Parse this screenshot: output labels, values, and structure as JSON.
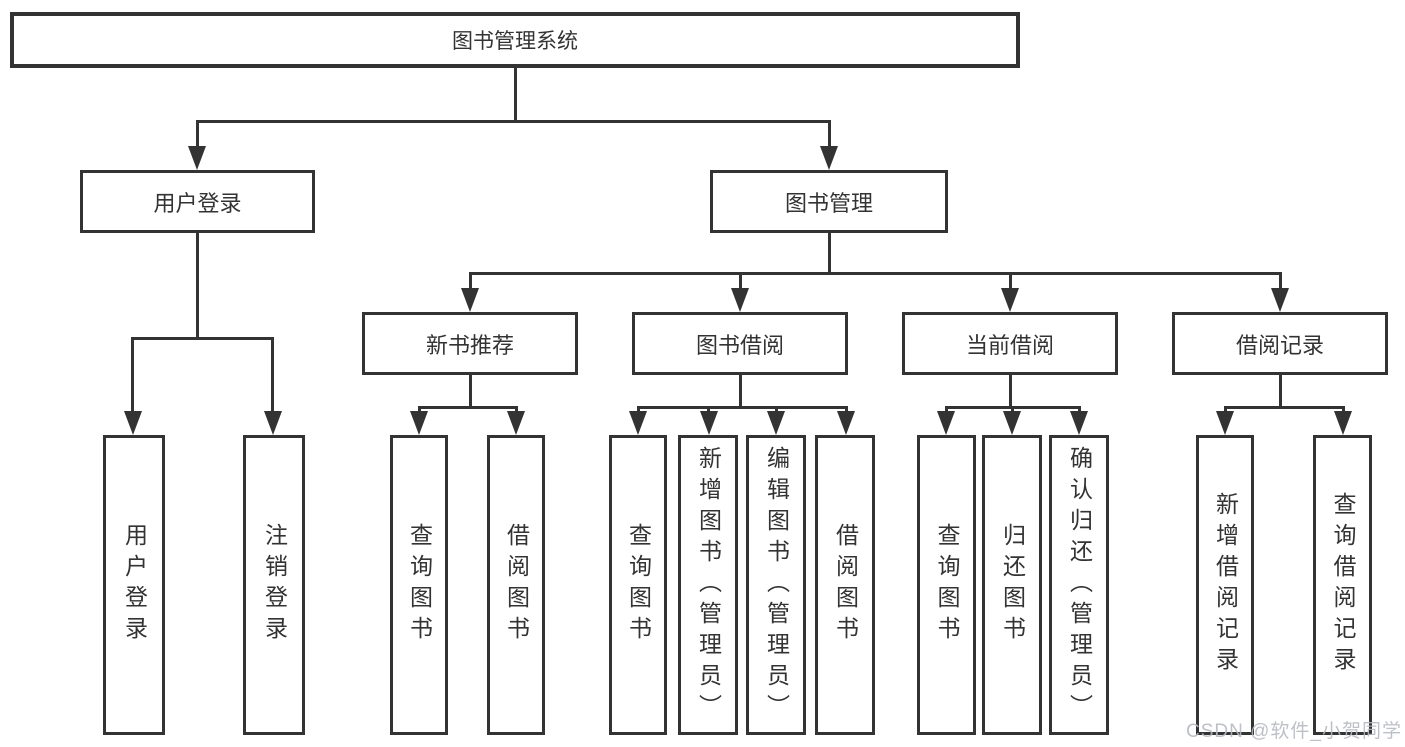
{
  "tree": {
    "root": {
      "label": "图书管理系统"
    },
    "branches": [
      {
        "label": "用户登录",
        "children": [
          {
            "label": "用户登录"
          },
          {
            "label": "注销登录"
          }
        ]
      },
      {
        "label": "图书管理",
        "sections": [
          {
            "label": "新书推荐",
            "children": [
              {
                "label": "查询图书"
              },
              {
                "label": "借阅图书"
              }
            ]
          },
          {
            "label": "图书借阅",
            "children": [
              {
                "label": "查询图书"
              },
              {
                "label": "新增图书（管理员）"
              },
              {
                "label": "编辑图书（管理员）"
              },
              {
                "label": "借阅图书"
              }
            ]
          },
          {
            "label": "当前借阅",
            "children": [
              {
                "label": "查询图书"
              },
              {
                "label": "归还图书"
              },
              {
                "label": "确认归还（管理员）"
              }
            ]
          },
          {
            "label": "借阅记录",
            "children": [
              {
                "label": "新增借阅记录"
              },
              {
                "label": "查询借阅记录"
              }
            ]
          }
        ]
      }
    ]
  },
  "watermark": {
    "text": "CSDN @软件_小贺同学"
  },
  "colors": {
    "line": "#333333",
    "text": "#333333",
    "background": "#ffffff",
    "watermark": "#b6bac1"
  }
}
